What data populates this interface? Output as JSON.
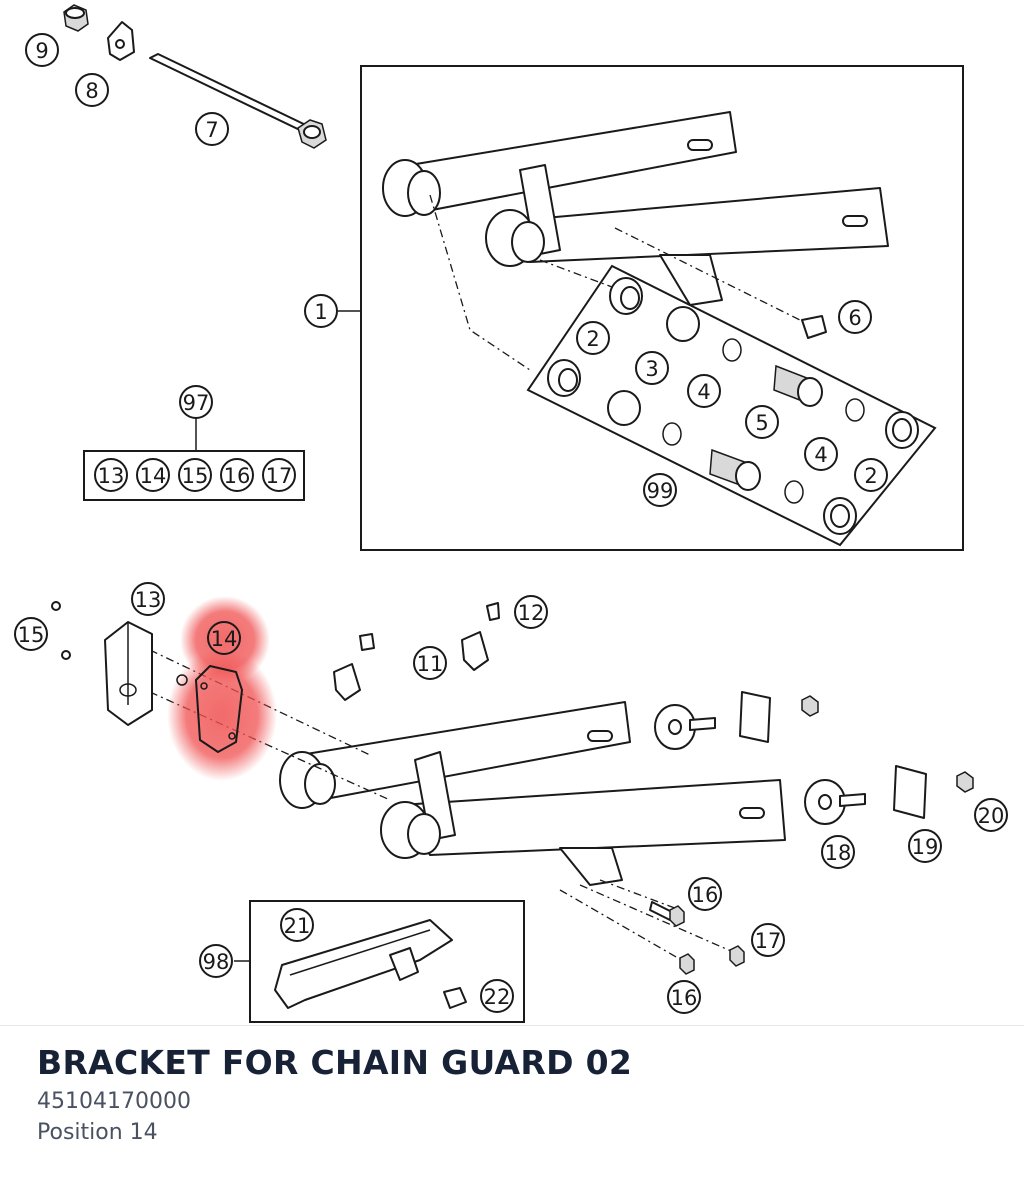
{
  "diagram": {
    "highlight_color": "#f05050",
    "highlight_target": "14",
    "callouts": [
      "9",
      "8",
      "7",
      "1",
      "6",
      "2",
      "3",
      "4",
      "5",
      "4",
      "2",
      "99",
      "97",
      "13",
      "14",
      "15",
      "16",
      "17",
      "13",
      "15",
      "14",
      "12",
      "11",
      "20",
      "18",
      "19",
      "16",
      "17",
      "16",
      "21",
      "98",
      "22"
    ]
  },
  "part": {
    "name": "BRACKET FOR CHAIN GUARD 02",
    "number": "45104170000",
    "position_label": "Position 14"
  }
}
